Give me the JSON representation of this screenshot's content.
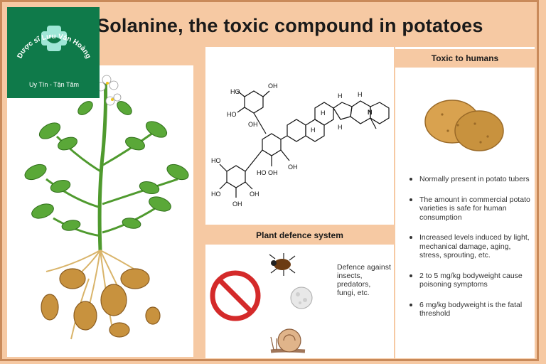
{
  "title": "Solanine, the toxic compound in potatoes",
  "logo": {
    "brand_text": "Dược sĩ Lưu Văn Hoàng",
    "slogan": "Uy Tín - Tận Tâm"
  },
  "structure": {
    "atoms": {
      "oh1": "HO",
      "oh2": "OH",
      "oh3": "HO",
      "oh4": "HO",
      "oh5": "OH",
      "oh6": "HO",
      "oh7": "OH",
      "oh8": "OH",
      "oh9": "HO",
      "oh10": "OH",
      "oh11": "OH",
      "h1": "H",
      "h2": "H",
      "h3": "H",
      "h4": "H",
      "h5": "H",
      "n": "N"
    }
  },
  "defence": {
    "heading": "Plant defence system",
    "text_lines": [
      "Defence against",
      "insects,",
      "predators,",
      "fungi, etc."
    ]
  },
  "toxic": {
    "heading": "Toxic to humans",
    "bullets": [
      "Normally present in potato tubers",
      "The amount in commercial potato varieties is safe for human consumption",
      "Increased levels induced by light, mechanical damage, aging, stress, sprouting, etc.",
      "2 to 5 mg/kg bodyweight cause poisoning symptoms",
      "6 mg/kg bodyweight is the fatal threshold"
    ]
  },
  "colors": {
    "background": "#f6c9a3",
    "logo_green": "#0f7a4a",
    "prohibit_red": "#d42a2a",
    "leaf_green": "#4f9a2e",
    "potato": "#c8923e"
  }
}
